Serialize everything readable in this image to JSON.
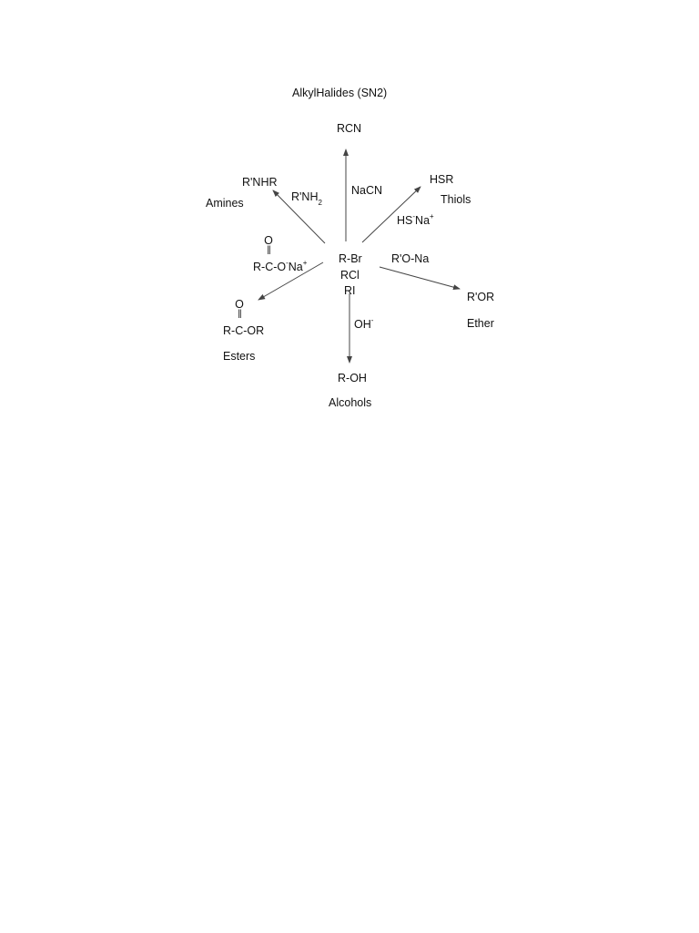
{
  "title": "AlkylHalides (SN2)",
  "center": {
    "line1": "R-Br",
    "line2": "RCl",
    "line3": "RI"
  },
  "branches": {
    "nitrile": {
      "product": "RCN",
      "reagent": "NaCN"
    },
    "amine": {
      "product": "R'NHR",
      "class": "Amines",
      "reagent_base": "R'NH",
      "reagent_sub": "2"
    },
    "thiol": {
      "product": "HSR",
      "class": "Thiols",
      "reagent_base": "HS",
      "reagent_sup1": "-",
      "reagent_mid": "Na",
      "reagent_sup2": "+"
    },
    "carboxylate": {
      "carbonyl_o": "O",
      "carbonyl_bond": "||",
      "reagent_base": "R-C-O",
      "reagent_sup1": "-",
      "reagent_mid": "Na",
      "reagent_sup2": "+"
    },
    "ester": {
      "carbonyl_o": "O",
      "carbonyl_bond": "||",
      "product": "R-C-OR",
      "class": "Esters"
    },
    "ether": {
      "reagent": "R'O-Na",
      "product": "R'OR",
      "class": "Ether"
    },
    "alcohol": {
      "reagent_base": "OH",
      "reagent_sup": "-",
      "product": "R-OH",
      "class": "Alcohols"
    }
  },
  "colors": {
    "line": "#444444",
    "text": "#111111"
  }
}
